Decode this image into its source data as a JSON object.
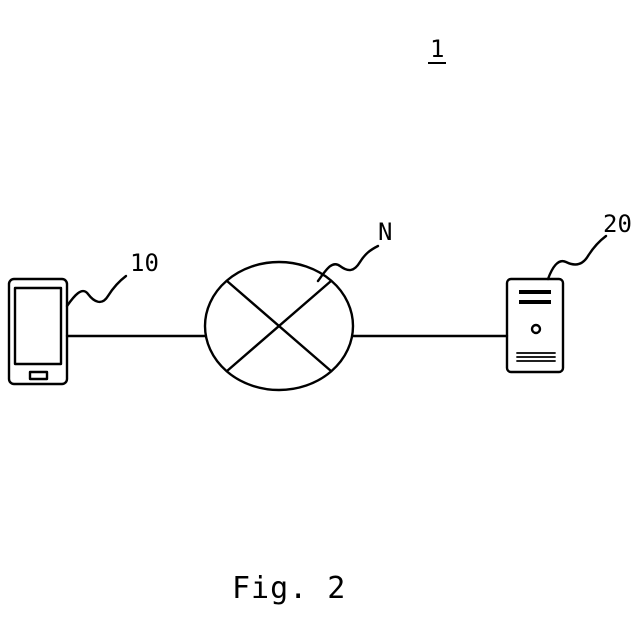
{
  "system_label": "1",
  "nodes": {
    "phone": {
      "ref": "10"
    },
    "network": {
      "ref": "N"
    },
    "server": {
      "ref": "20"
    }
  },
  "caption": "Fig. 2"
}
